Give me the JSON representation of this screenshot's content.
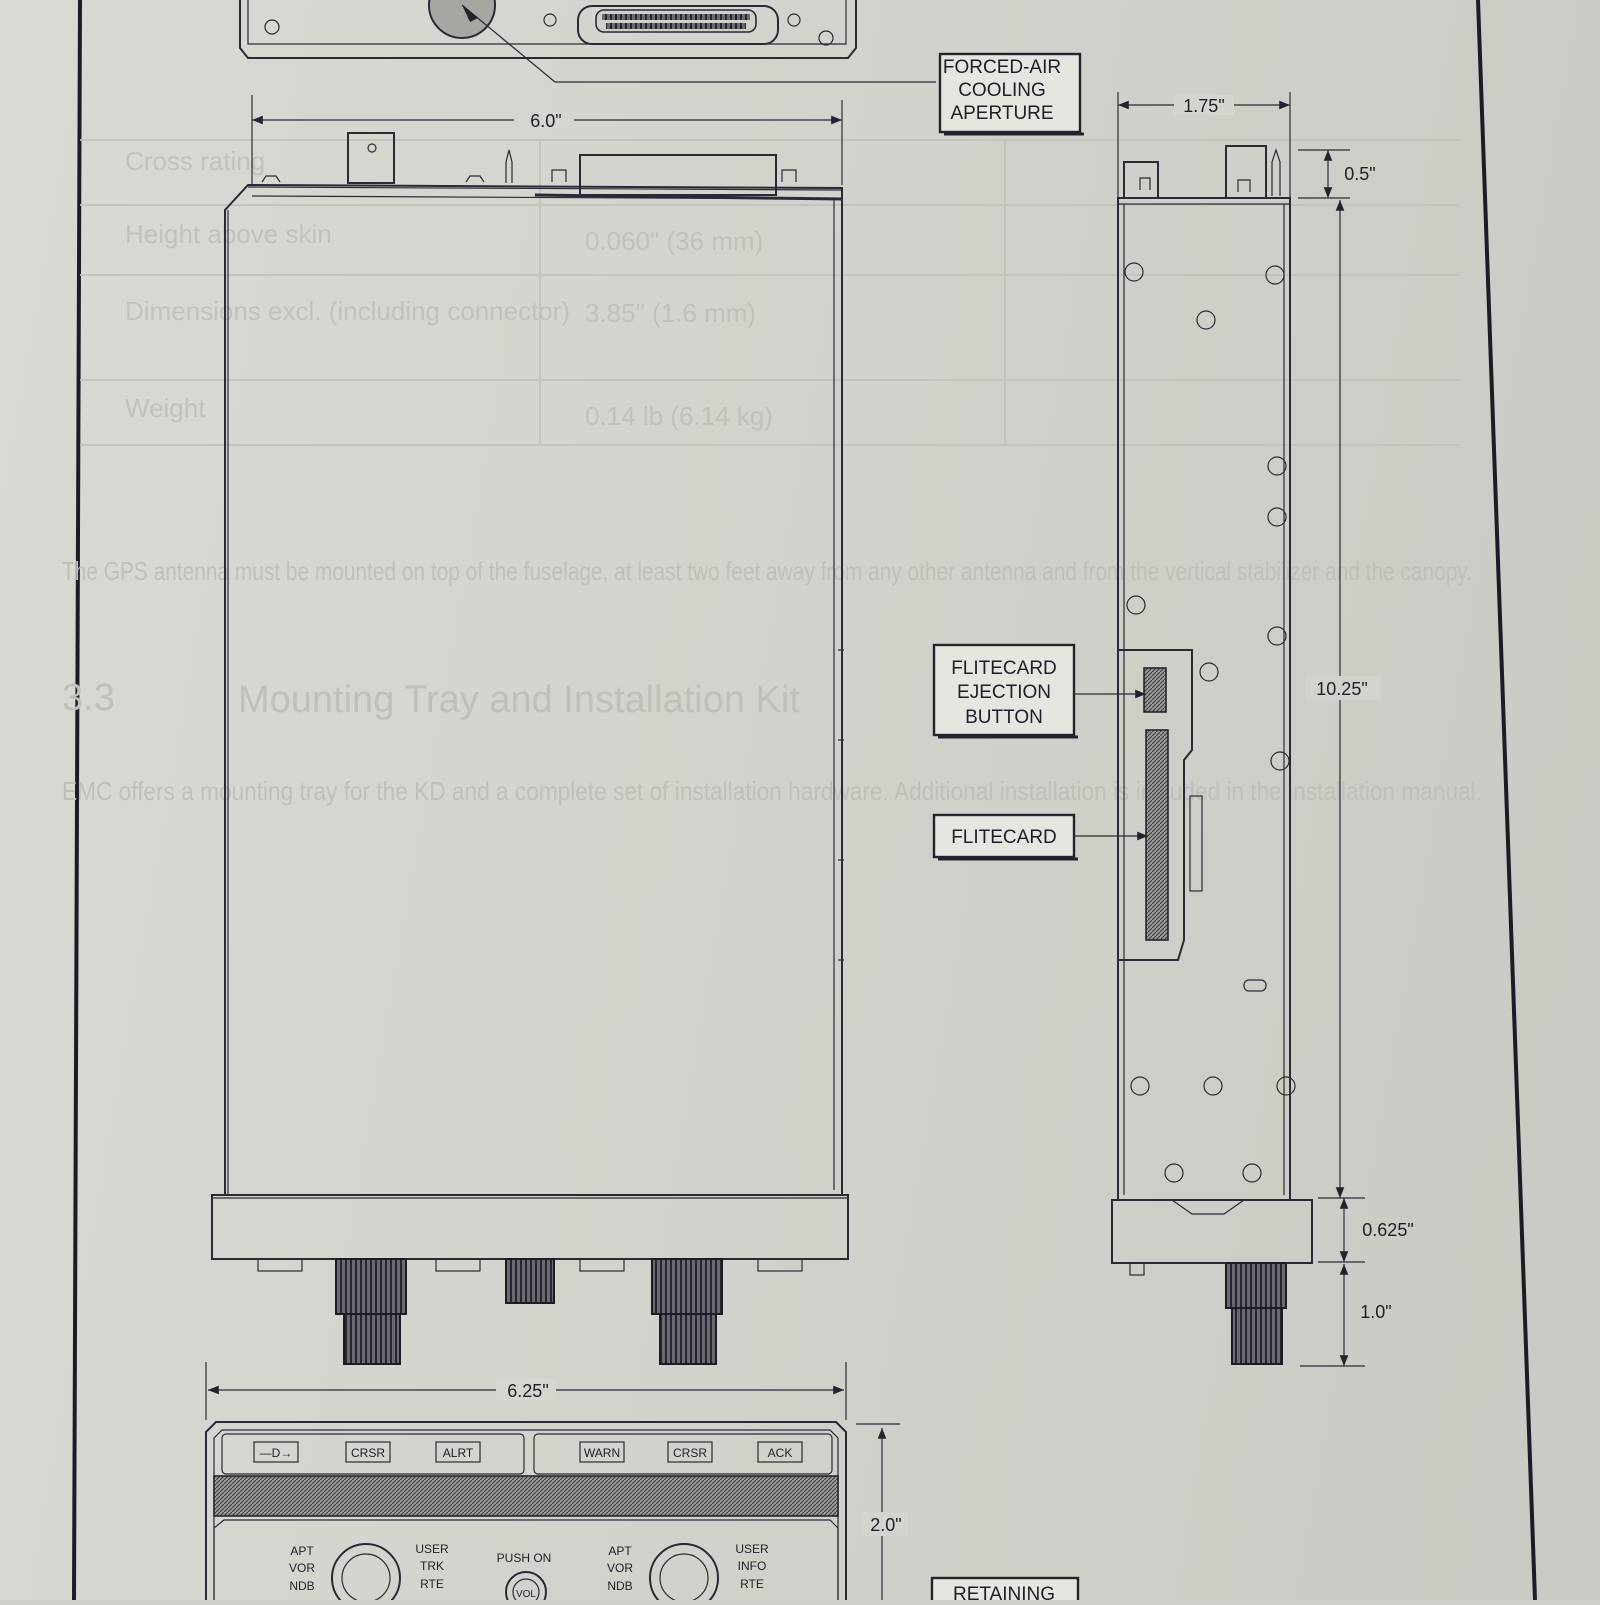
{
  "background_table": {
    "rows": [
      {
        "label": "Cross rating",
        "col1": "",
        "col2": ""
      },
      {
        "label": "Height above skin",
        "col1": "0.060\" (36 mm)",
        "col2": ""
      },
      {
        "label": "Dimensions excl. (including connector)",
        "col1": "3.85\" (1.6 mm)",
        "col2": ""
      },
      {
        "label": "Weight",
        "col1": "0.14 lb (6.14 kg)",
        "col2": ""
      }
    ]
  },
  "background_paragraphs": {
    "p1": "The GPS antenna must be mounted on top of the fuselage, at least two feet away from any other antenna and from the vertical stabilizer and the canopy.",
    "section_number": "3.3",
    "section_title": "Mounting Tray and Installation Kit",
    "p2": "EMC offers a mounting tray for the KD and a complete set of installation hardware. Additional installation is included in the installation manual."
  },
  "callouts": {
    "cooling": [
      "FORCED-AIR",
      "COOLING",
      "APERTURE"
    ],
    "ejection": [
      "FLITECARD",
      "EJECTION",
      "BUTTON"
    ],
    "flitecard": [
      "FLITECARD"
    ],
    "retaining": [
      "RETAINING"
    ]
  },
  "dimensions": {
    "top_width": "6.0\"",
    "side_width": "1.75\"",
    "connector_height": "0.5\"",
    "body_length": "10.25\"",
    "bezel_depth": "0.625\"",
    "knob_depth": "1.0\"",
    "front_width": "6.25\"",
    "front_height": "2.0\""
  },
  "front_panel": {
    "buttons": [
      "—D→",
      "CRSR",
      "ALRT",
      "WARN",
      "CRSR",
      "ACK"
    ],
    "left_knob_labels": [
      "APT",
      "VOR",
      "NDB"
    ],
    "left_knob_right_labels": [
      "USER",
      "TRK",
      "RTE"
    ],
    "volume_label": "PUSH ON",
    "volume_knob": "VOL",
    "right_knob_labels": [
      "APT",
      "VOR",
      "NDB"
    ],
    "right_knob_right_labels": [
      "USER",
      "INFO",
      "RTE"
    ]
  },
  "colors": {
    "paper": "#d6d7d1",
    "ink": "#23232d"
  }
}
